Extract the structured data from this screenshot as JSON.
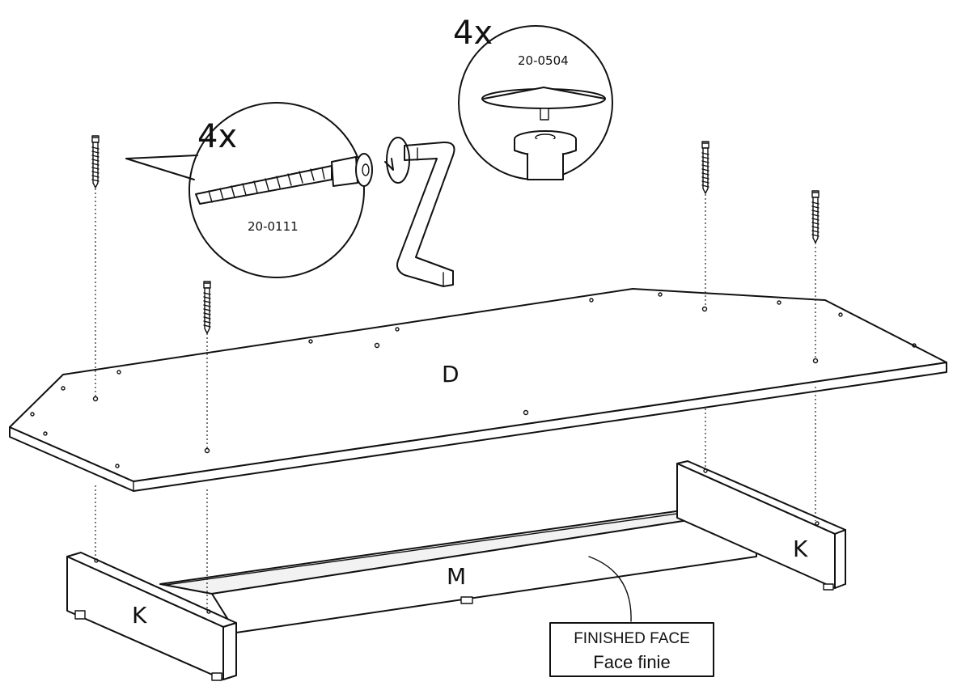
{
  "parts": {
    "top_panel": "D",
    "left_leg": "K",
    "right_leg": "K",
    "back_rail": "M"
  },
  "callouts": {
    "screw": {
      "quantity": "4x",
      "code": "20-0111"
    },
    "cap": {
      "quantity": "4x",
      "code": "20-0504"
    }
  },
  "finished_face": {
    "line1": "FINISHED FACE",
    "line2": "Face finie"
  }
}
